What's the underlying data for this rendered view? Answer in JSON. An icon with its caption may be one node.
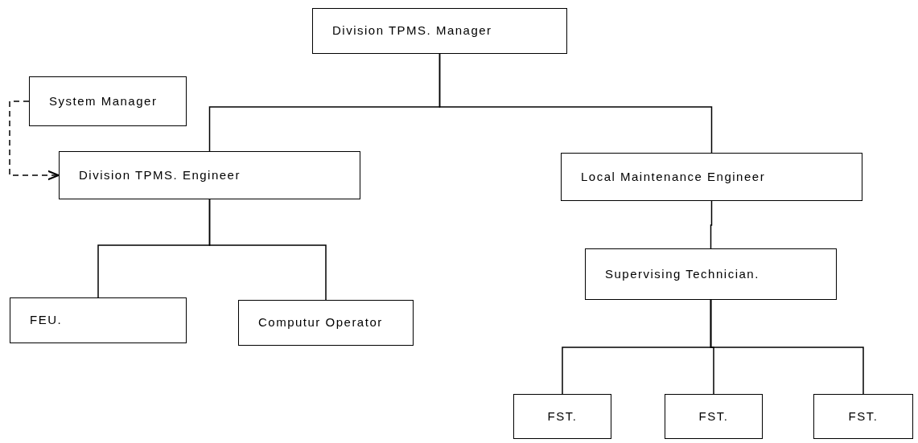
{
  "diagram": {
    "nodes": [
      {
        "text": [
          "Division TPMS. Manager"
        ]
      },
      {
        "text": [
          "System Manager"
        ]
      },
      {
        "text": [
          "Division TPMS. Engineer"
        ]
      },
      {
        "text": [
          "Local Maintenance Engineer"
        ]
      },
      {
        "text": [
          "FEU."
        ]
      },
      {
        "text": [
          "Computur Operator"
        ]
      },
      {
        "text": [
          "Supervising Technician."
        ]
      },
      {
        "text": [
          "FST."
        ]
      },
      {
        "text": [
          "FST."
        ]
      },
      {
        "text": [
          "FST."
        ]
      }
    ],
    "edges": [
      {
        "from": 0,
        "to": 2,
        "arrow": "none"
      },
      {
        "from": 0,
        "to": 3,
        "arrow": "none"
      },
      {
        "from": 1,
        "to": 2,
        "arrow": "to",
        "style": "dashed"
      },
      {
        "from": 2,
        "to": 4,
        "arrow": "none"
      },
      {
        "from": 2,
        "to": 5,
        "arrow": "none"
      },
      {
        "from": 3,
        "to": 6,
        "arrow": "none"
      },
      {
        "from": 6,
        "to": 7,
        "arrow": "none"
      },
      {
        "from": 6,
        "to": 8,
        "arrow": "none"
      },
      {
        "from": 6,
        "to": 9,
        "arrow": "none"
      }
    ]
  }
}
